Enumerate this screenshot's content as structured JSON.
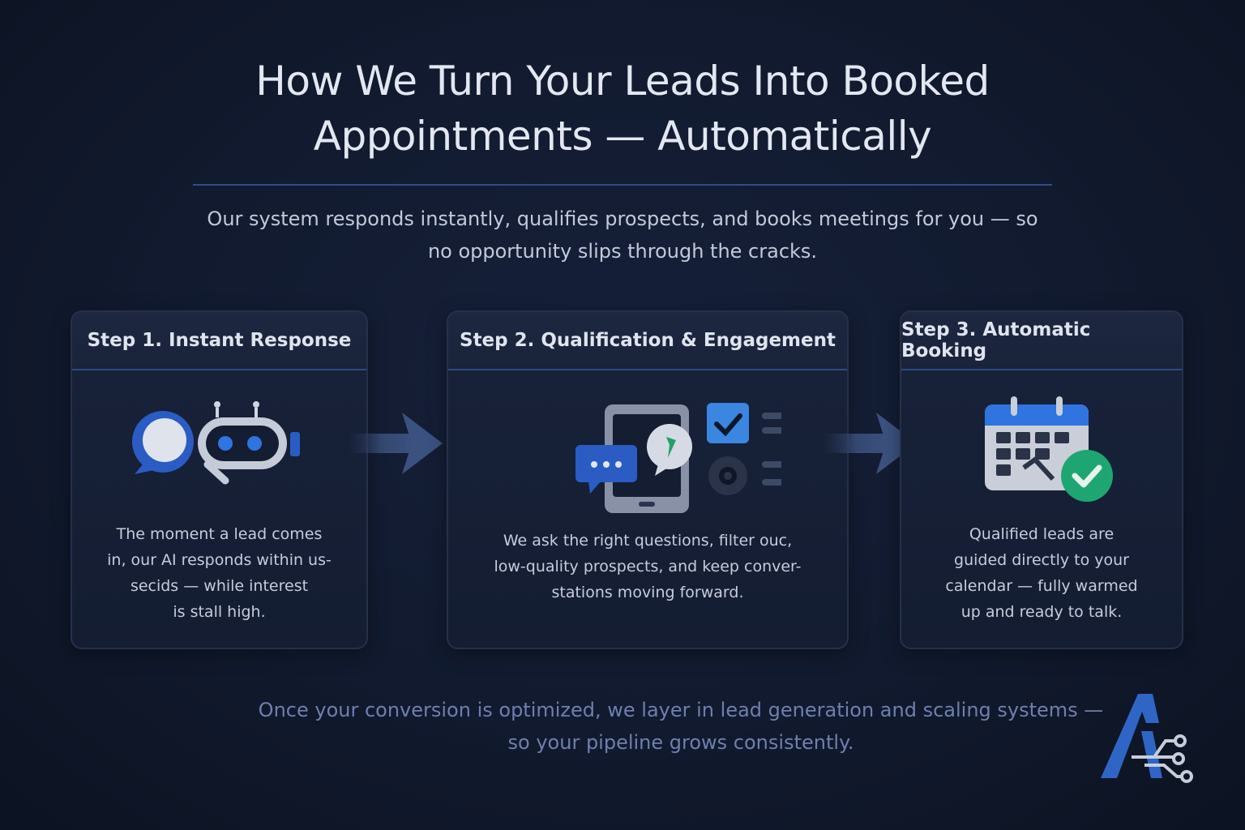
{
  "header": {
    "title_line1": "How We Turn Your Leads Into Booked",
    "title_line2": "Appointments — Automatically",
    "subtitle_line1": "Our system responds instantly, qualifies prospects, and books meetings for you — so",
    "subtitle_line2": "no opportunity slips through the cracks."
  },
  "steps": [
    {
      "title": "Step 1. Instant Response",
      "icon": "chat-robot-icon",
      "lines": [
        "The moment a lead comes",
        "in, our AI responds within us-",
        "secids — while interest",
        "is stall high."
      ]
    },
    {
      "title": "Step 2. Qualification & Engagement",
      "icon": "tablet-checklist-icon",
      "lines": [
        "We ask the right questions, filter ouc,",
        "low-quality prospects, and keep conver-",
        "stations moving forward."
      ]
    },
    {
      "title": "Step 3. Automatic Booking",
      "icon": "calendar-check-icon",
      "lines": [
        "Qualified leads are",
        "guided directly to your",
        "calendar — fully warmed",
        "up and ready to talk."
      ]
    }
  ],
  "footer": {
    "line1": "Once your conversion is optimized, we layer in lead generation and scaling systems —",
    "line2": "so your pipeline grows consistently."
  },
  "colors": {
    "accent_blue": "#2d63c8",
    "check_green": "#1ea672",
    "footer_text": "#6f7fae"
  }
}
